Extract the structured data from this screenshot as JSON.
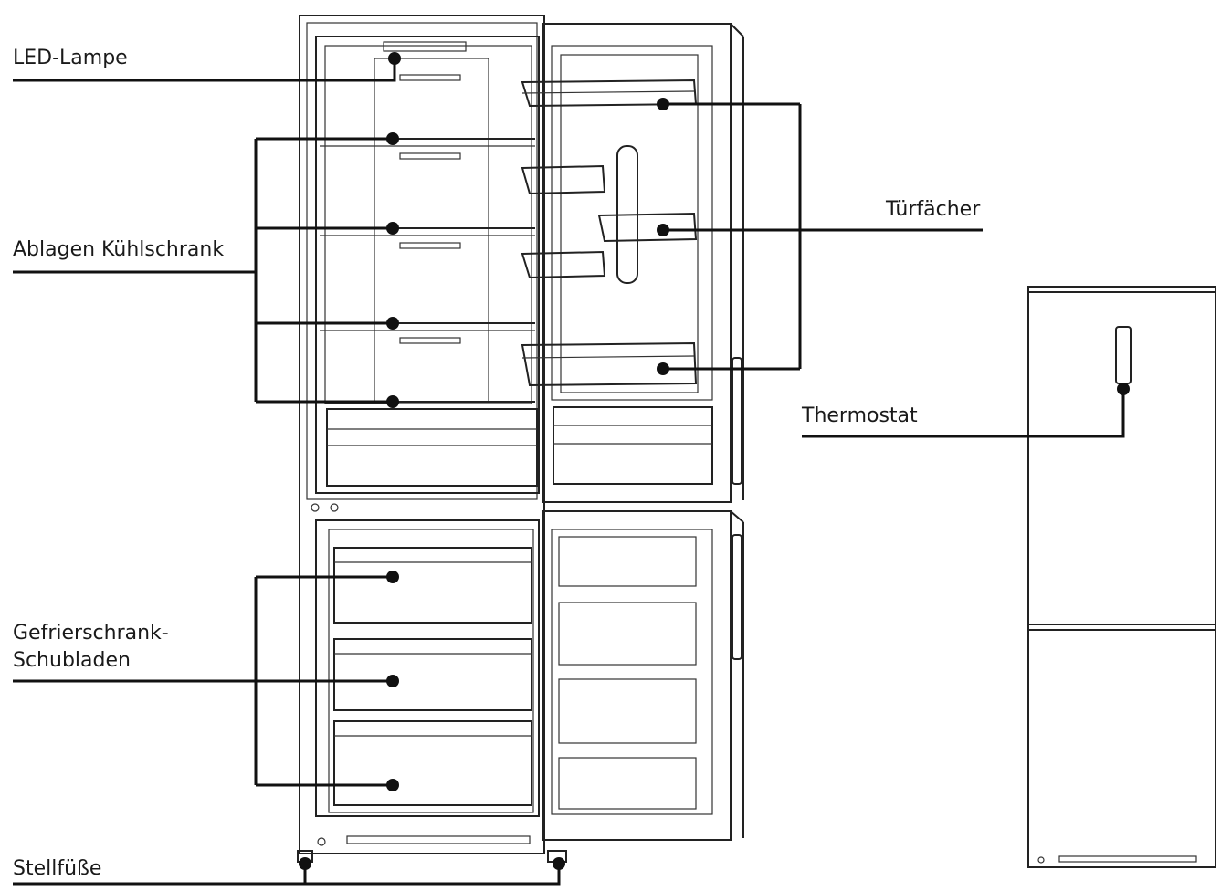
{
  "labels": {
    "led_lampe": "LED-Lampe",
    "ablagen": "Ablagen Kühlschrank",
    "gefrier_line1": "Gefrierschrank-",
    "gefrier_line2": "Schubladen",
    "stellfuesse": "Stellfüße",
    "tuerfaecher": "Türfächer",
    "thermostat": "Thermostat"
  },
  "colors": {
    "line": "#111111",
    "outline": "#222222",
    "background": "#ffffff"
  }
}
